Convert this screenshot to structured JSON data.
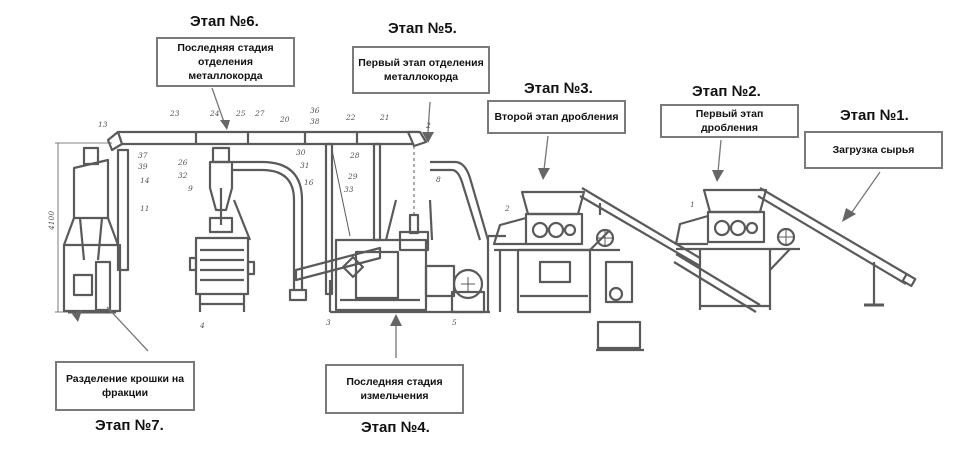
{
  "stages": [
    {
      "id": 1,
      "title": "Этап №1.",
      "description": "Загрузка сырья"
    },
    {
      "id": 2,
      "title": "Этап №2.",
      "description": "Первый этап дробления"
    },
    {
      "id": 3,
      "title": "Этап №3.",
      "description": "Второй этап дробления"
    },
    {
      "id": 4,
      "title": "Этап №4.",
      "description": "Последняя стадия измельчения"
    },
    {
      "id": 5,
      "title": "Этап №5.",
      "description": "Первый этап отделения металлокорда"
    },
    {
      "id": 6,
      "title": "Этап №6.",
      "description": "Последняя стадия отделения металлокорда"
    },
    {
      "id": 7,
      "title": "Этап №7.",
      "description": "Разделение крошки на фракции"
    }
  ],
  "part_numbers": [
    "1",
    "2",
    "2",
    "3",
    "4",
    "5",
    "8",
    "9",
    "11",
    "13",
    "14",
    "16",
    "20",
    "21",
    "22",
    "23",
    "24",
    "25",
    "26",
    "27",
    "28",
    "29",
    "30",
    "31",
    "32",
    "33",
    "36",
    "37",
    "38",
    "39"
  ],
  "dimension_label": "4100",
  "colors": {
    "line": "#5a5a5a",
    "box_border": "#7a7a7a",
    "text": "#111111",
    "background": "#ffffff"
  }
}
